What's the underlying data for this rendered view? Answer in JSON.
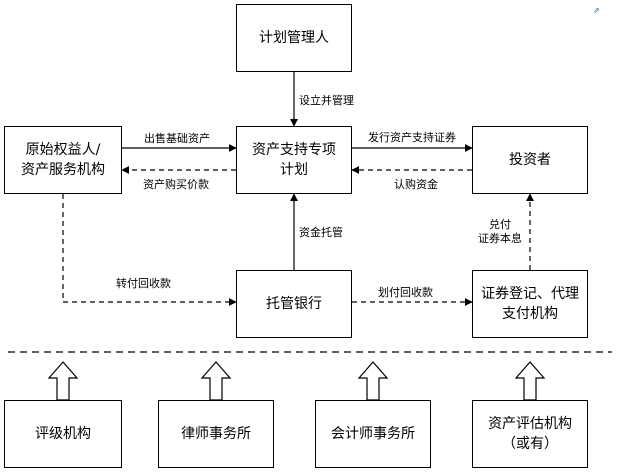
{
  "nodes": {
    "manager": [
      "计划管理人"
    ],
    "originator": [
      "原始权益人/",
      "资产服务机构"
    ],
    "spv": [
      "资产支持专项",
      "计划"
    ],
    "investor": [
      "投资者"
    ],
    "custodian": [
      "托管银行"
    ],
    "registrar": [
      "证券登记、代理",
      "支付机构"
    ],
    "rating": [
      "评级机构"
    ],
    "law": [
      "律师事务所"
    ],
    "accounting": [
      "会计师事务所"
    ],
    "appraisal": [
      "资产评估机构",
      "（或有）"
    ]
  },
  "edges": {
    "establish": "设立并管理",
    "sell_assets": "出售基础资产",
    "purchase_price": "资产购买价款",
    "issue_securities": "发行资产支持证券",
    "subscribe_funds": "认购资金",
    "fund_custody": "资金托管",
    "redeem": [
      "兑付",
      "证券本息"
    ],
    "transfer_collection": "转付回收款",
    "allocate_collection": "划付回收款"
  },
  "corner_mark": "⇗"
}
